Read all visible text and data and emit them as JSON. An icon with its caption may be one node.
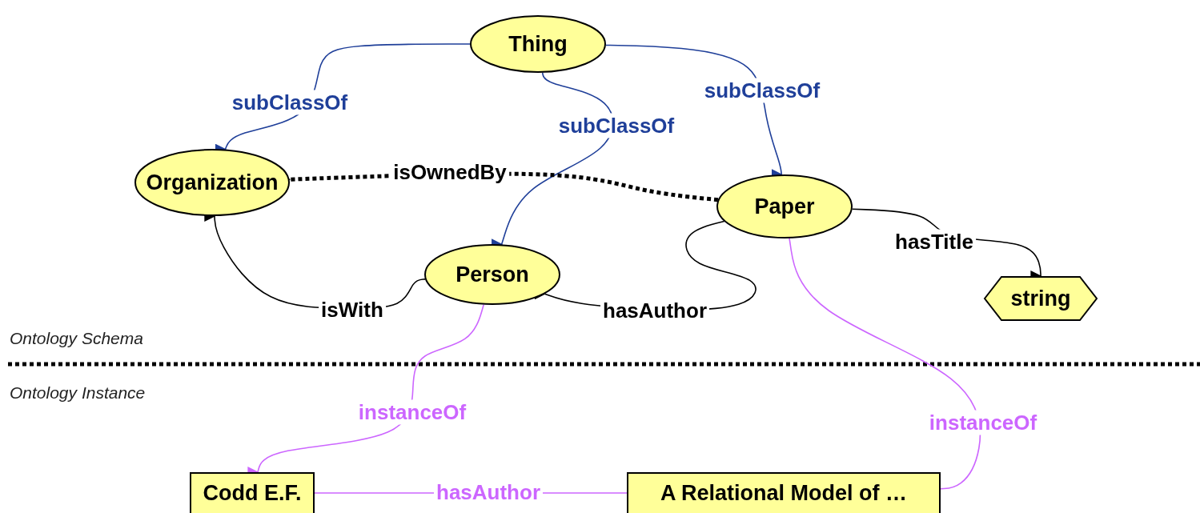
{
  "diagram": {
    "nodes": [
      {
        "text": [
          "Thing"
        ]
      },
      {
        "text": [
          "Organization"
        ]
      },
      {
        "text": [
          "Paper"
        ]
      },
      {
        "text": [
          "Person"
        ]
      },
      {
        "text": [
          "string"
        ]
      },
      {
        "text": [
          "Codd E.F."
        ]
      },
      {
        "text": [
          "A Relational Model of …"
        ]
      }
    ],
    "edges": [
      {
        "from": 0,
        "to": 1,
        "arrow": "to",
        "label": "subClassOf",
        "color": "#1f3f99"
      },
      {
        "from": 0,
        "to": 3,
        "arrow": "to",
        "label": "subClassOf",
        "color": "#1f3f99"
      },
      {
        "from": 0,
        "to": 2,
        "arrow": "to",
        "label": "subClassOf",
        "color": "#1f3f99"
      },
      {
        "from": 2,
        "to": 1,
        "arrow": "to",
        "label": "isOwnedBy",
        "style": "dashed"
      },
      {
        "from": 3,
        "to": 1,
        "arrow": "to",
        "label": "isWith"
      },
      {
        "from": 2,
        "to": 3,
        "arrow": "to",
        "label": "hasAuthor"
      },
      {
        "from": 2,
        "to": 4,
        "arrow": "to",
        "label": "hasTitle"
      },
      {
        "from": 3,
        "to": 5,
        "arrow": "to",
        "label": "instanceOf",
        "color": "#cc66ff"
      },
      {
        "from": 2,
        "to": 6,
        "arrow": "to",
        "label": "instanceOf",
        "color": "#cc66ff"
      },
      {
        "from": 6,
        "to": 5,
        "arrow": "to",
        "label": "hasAuthor",
        "color": "#cc66ff"
      }
    ],
    "labels": [
      "Ontology Schema",
      "Ontology Instance"
    ]
  }
}
